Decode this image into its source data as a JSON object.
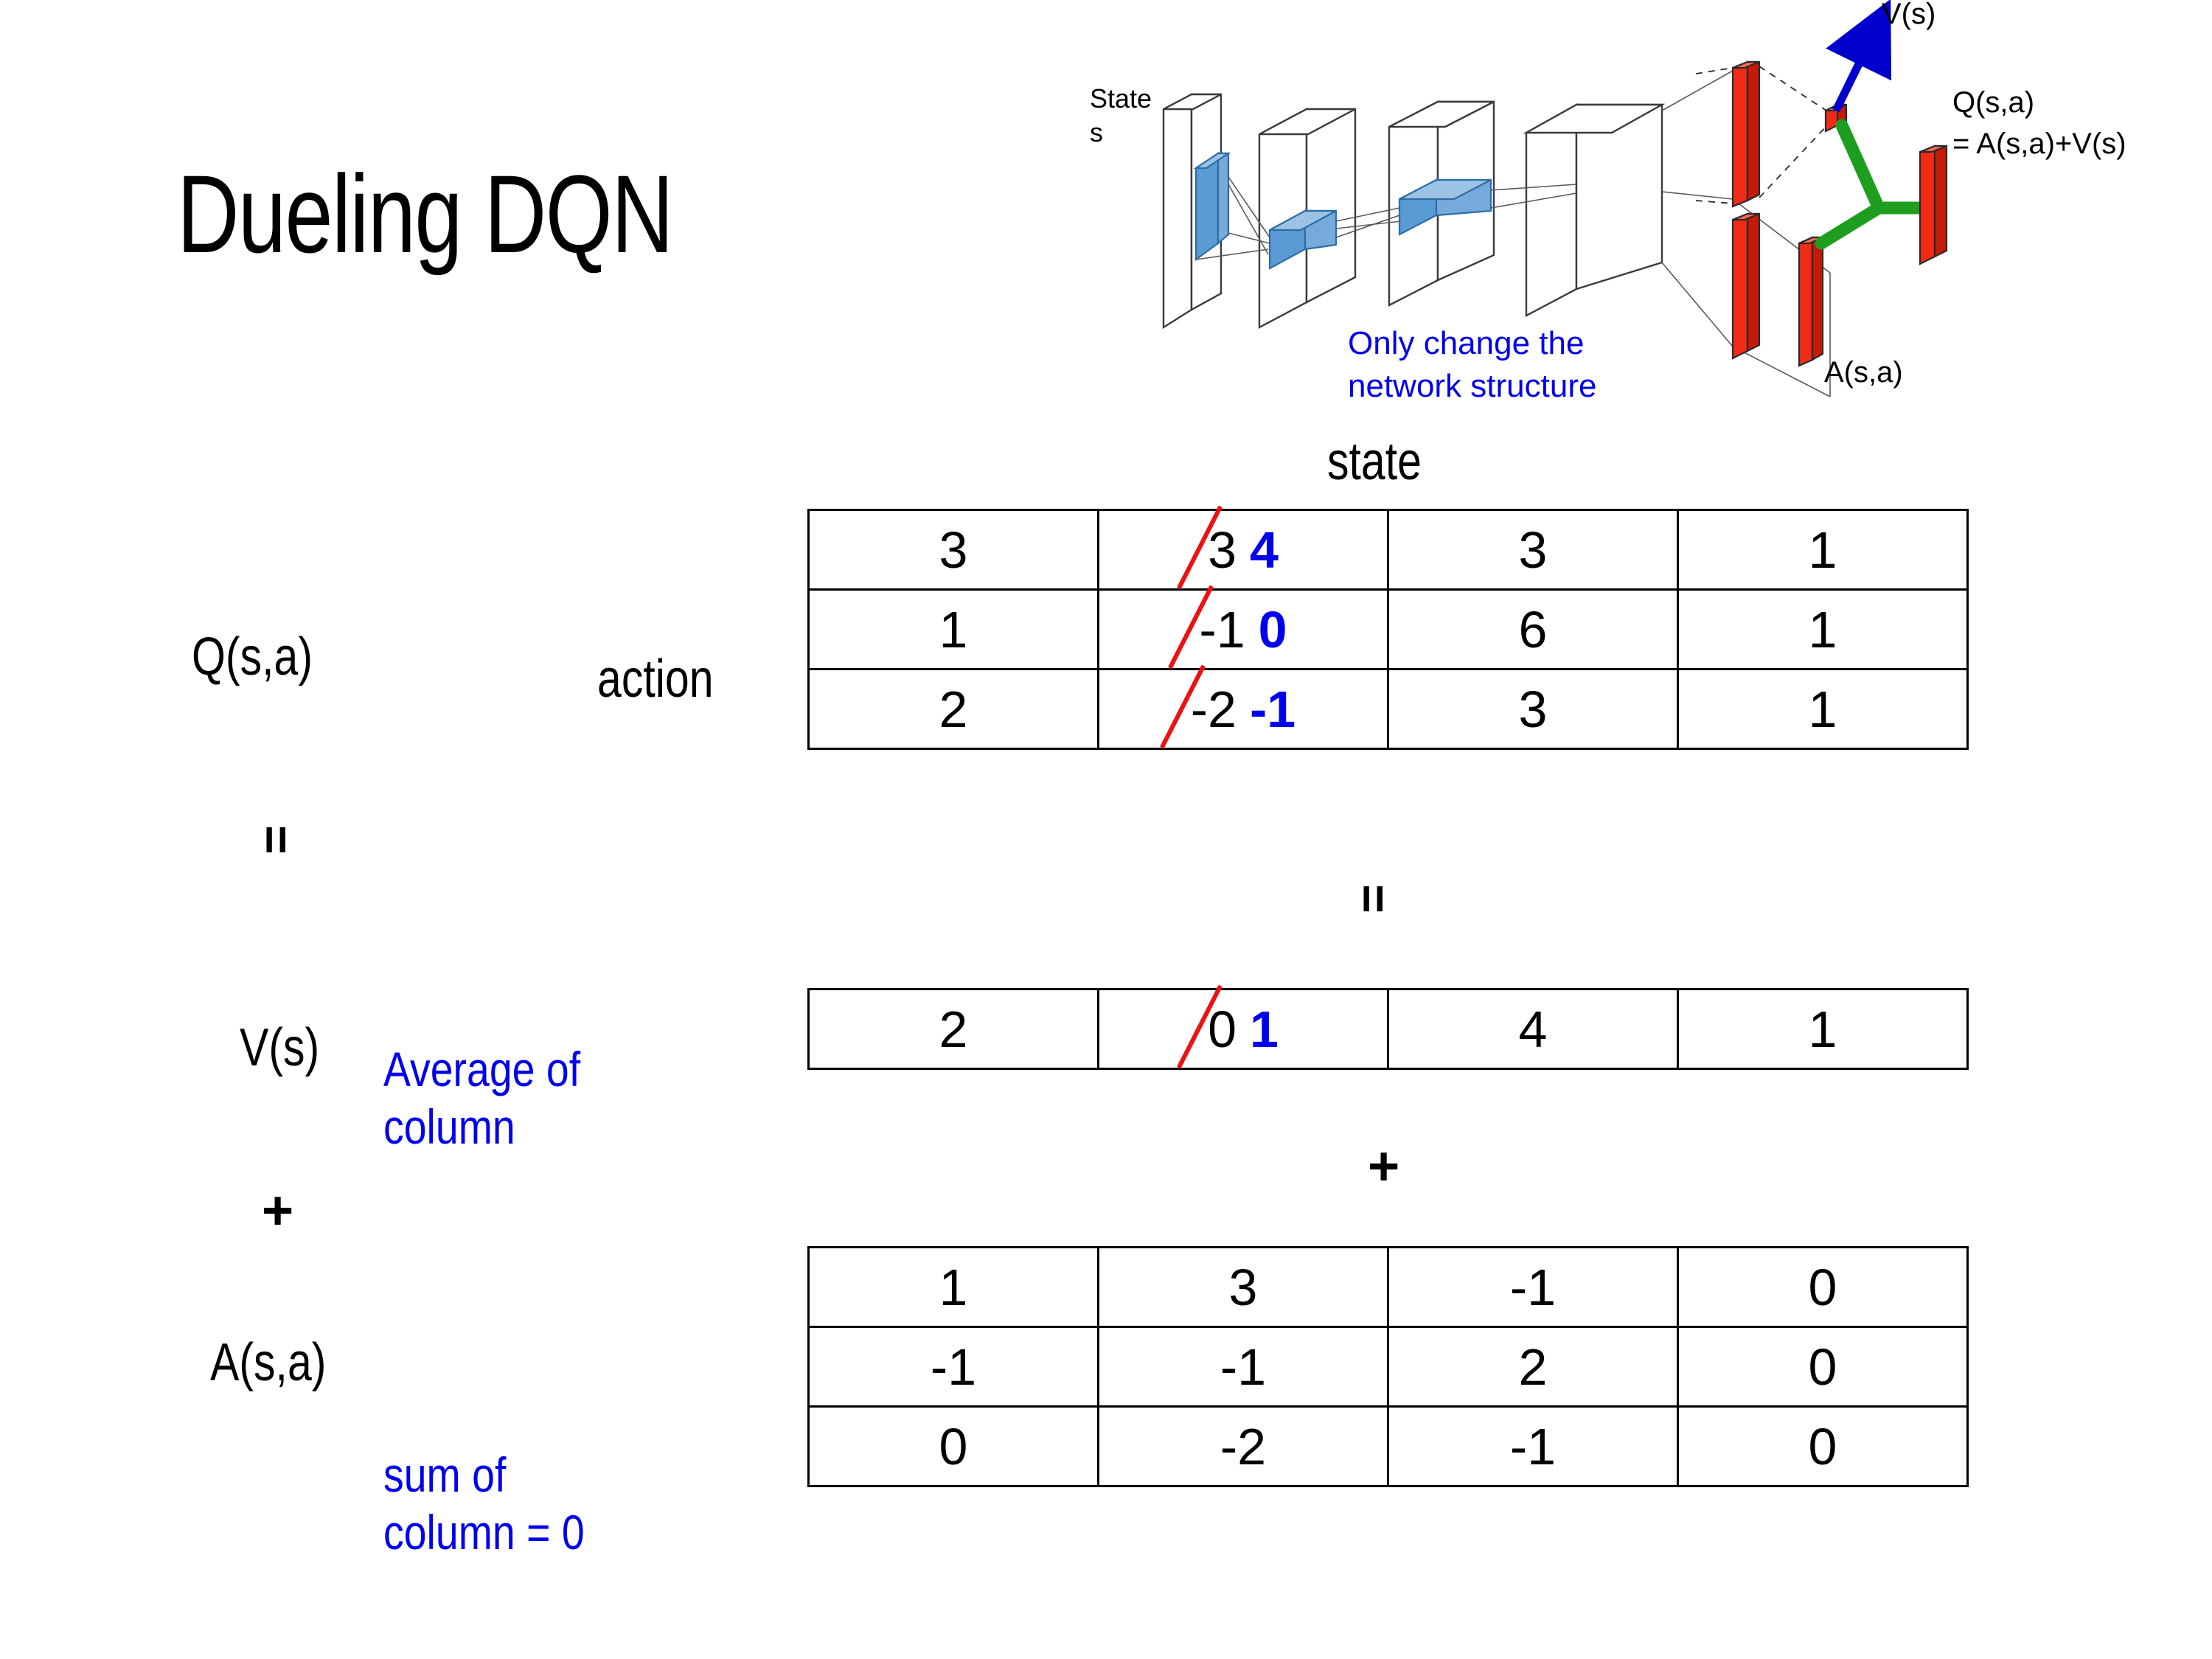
{
  "slide": {
    "title": "Dueling DQN"
  },
  "diagram": {
    "state_label_line1": "State",
    "state_label_line2": "s",
    "note": "Only change the\nnetwork structure",
    "v_label": "V(s)",
    "a_label": "A(s,a)",
    "q_label_line1": "Q(s,a)",
    "q_label_line2": "= A(s,a)+V(s)",
    "colors": {
      "note_text": "#0000EE",
      "arrow": "#0000CC",
      "bar_fill": "#F22B16",
      "bar_side": "#C41A08",
      "merge_line": "#1E9E1E",
      "filter_fill": "#5B9BD5",
      "box_stroke": "#3A3A3A"
    }
  },
  "axes": {
    "state_label": "state",
    "action_label": "action"
  },
  "operators": {
    "equals_left": "=",
    "equals_mid": "=",
    "plus_left": "+",
    "plus_mid": "+"
  },
  "sections": {
    "q_label": "Q(s,a)",
    "v_label": "V(s)",
    "a_label": "A(s,a)"
  },
  "annotations": {
    "average_of_column": "Average of\ncolumn",
    "sum_of_column": "sum of\ncolumn = 0",
    "color": "#0000EE"
  },
  "chart_data": {
    "type": "table",
    "title": "Dueling DQN  Q(s,a) = V(s) + A(s,a)",
    "xlabel": "state",
    "ylabel": "action",
    "tables": [
      {
        "name": "Q(s,a)",
        "rows": 3,
        "cols": 4,
        "values": [
          [
            "3",
            "3",
            "3",
            "1"
          ],
          [
            "1",
            "-1",
            "6",
            "1"
          ],
          [
            "2",
            "-2",
            "3",
            "1"
          ]
        ],
        "edits": [
          {
            "row": 0,
            "col": 1,
            "old": "3",
            "new": "4"
          },
          {
            "row": 1,
            "col": 1,
            "old": "-1",
            "new": "0"
          },
          {
            "row": 2,
            "col": 1,
            "old": "-2",
            "new": "-1"
          }
        ]
      },
      {
        "name": "V(s)",
        "rows": 1,
        "cols": 4,
        "values": [
          [
            "2",
            "0",
            "4",
            "1"
          ]
        ],
        "edits": [
          {
            "row": 0,
            "col": 1,
            "old": "0",
            "new": "1"
          }
        ]
      },
      {
        "name": "A(s,a)",
        "rows": 3,
        "cols": 4,
        "values": [
          [
            "1",
            "3",
            "-1",
            "0"
          ],
          [
            "-1",
            "-1",
            "2",
            "0"
          ],
          [
            "0",
            "-2",
            "-1",
            "0"
          ]
        ],
        "edits": []
      }
    ],
    "strike_color": "#EE1111",
    "new_value_color": "#0000EE"
  }
}
